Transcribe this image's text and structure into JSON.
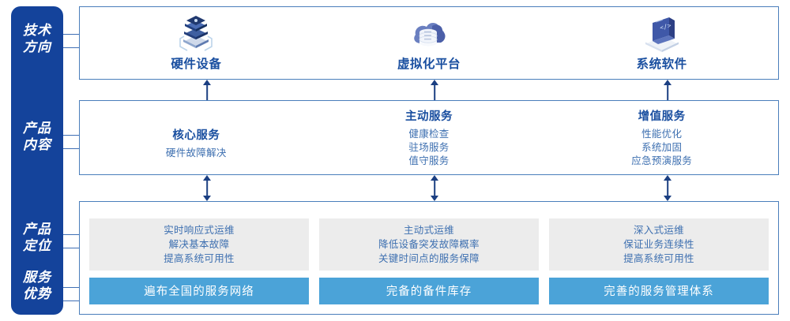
{
  "rail": {
    "labels": [
      {
        "id": "tech-direction",
        "line1": "技术",
        "line2": "方向"
      },
      {
        "id": "product-content",
        "line1": "产品",
        "line2": "内容"
      },
      {
        "id": "product-position",
        "line1": "产品",
        "line2": "定位"
      },
      {
        "id": "service-advantage",
        "line1": "服务",
        "line2": "优势"
      }
    ]
  },
  "tech": {
    "columns": [
      {
        "icon": "server-stack-icon",
        "name": "硬件设备"
      },
      {
        "icon": "cloud-database-icon",
        "name": "虚拟化平台"
      },
      {
        "icon": "code-laptop-icon",
        "name": "系统软件"
      }
    ]
  },
  "content": {
    "columns": [
      {
        "title": "核心服务",
        "items": [
          "硬件故障解决"
        ]
      },
      {
        "title": "主动服务",
        "items": [
          "健康检查",
          "驻场服务",
          "值守服务"
        ]
      },
      {
        "title": "增值服务",
        "items": [
          "性能优化",
          "系统加固",
          "应急预演服务"
        ]
      }
    ]
  },
  "positioning": {
    "boxes": [
      {
        "lines": [
          "实时响应式运维",
          "解决基本故障",
          "提高系统可用性"
        ]
      },
      {
        "lines": [
          "主动式运维",
          "降低设备突发故障概率",
          "关键时间点的服务保障"
        ]
      },
      {
        "lines": [
          "深入式运维",
          "保证业务连续性",
          "提高系统可用性"
        ]
      }
    ]
  },
  "advantages": {
    "bars": [
      "遍布全国的服务网络",
      "完备的备件库存",
      "完善的服务管理体系"
    ]
  },
  "colors": {
    "rail": "#14439B",
    "panel_border": "#4a7ebb",
    "heading": "#1a4fa0",
    "body_text": "#3d6fb0",
    "gray_box": "#ececec",
    "blue_bar": "#4ba3d8",
    "arrow": "#1b3f82"
  }
}
